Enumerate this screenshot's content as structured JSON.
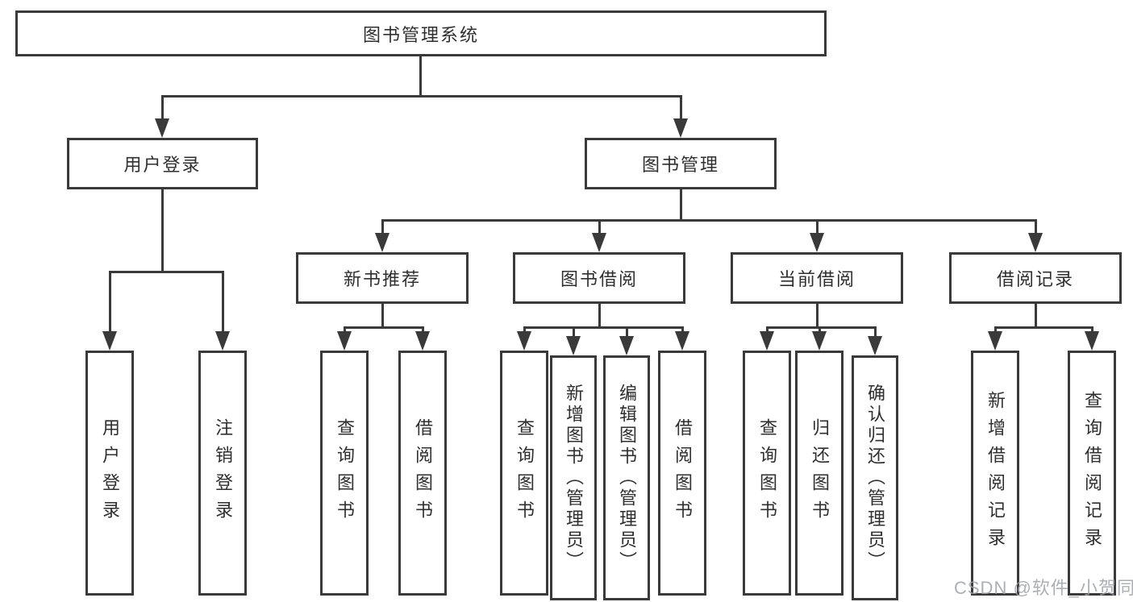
{
  "tree": {
    "label": "图书管理系统",
    "children": [
      {
        "label": "用户登录",
        "children": [
          {
            "label": "用户登录"
          },
          {
            "label": "注销登录"
          }
        ]
      },
      {
        "label": "图书管理",
        "children": [
          {
            "label": "新书推荐",
            "children": [
              {
                "label": "查询图书"
              },
              {
                "label": "借阅图书"
              }
            ]
          },
          {
            "label": "图书借阅",
            "children": [
              {
                "label": "查询图书"
              },
              {
                "label": "新增图书（管理员）"
              },
              {
                "label": "编辑图书（管理员）"
              },
              {
                "label": "借阅图书"
              }
            ]
          },
          {
            "label": "当前借阅",
            "children": [
              {
                "label": "查询图书"
              },
              {
                "label": "归还图书"
              },
              {
                "label": "确认归还（管理员）"
              }
            ]
          },
          {
            "label": "借阅记录",
            "children": [
              {
                "label": "新增借阅记录"
              },
              {
                "label": "查询借阅记录"
              }
            ]
          }
        ]
      }
    ]
  },
  "watermark": {
    "text": "CSDN @软件_小贺同学"
  },
  "colors": {
    "background": "#ffffff",
    "box_border": "#3a3a3a",
    "connector_line": "#3a3a3a",
    "text": "#2f2f2f",
    "watermark_text": "#9ea1a6"
  }
}
